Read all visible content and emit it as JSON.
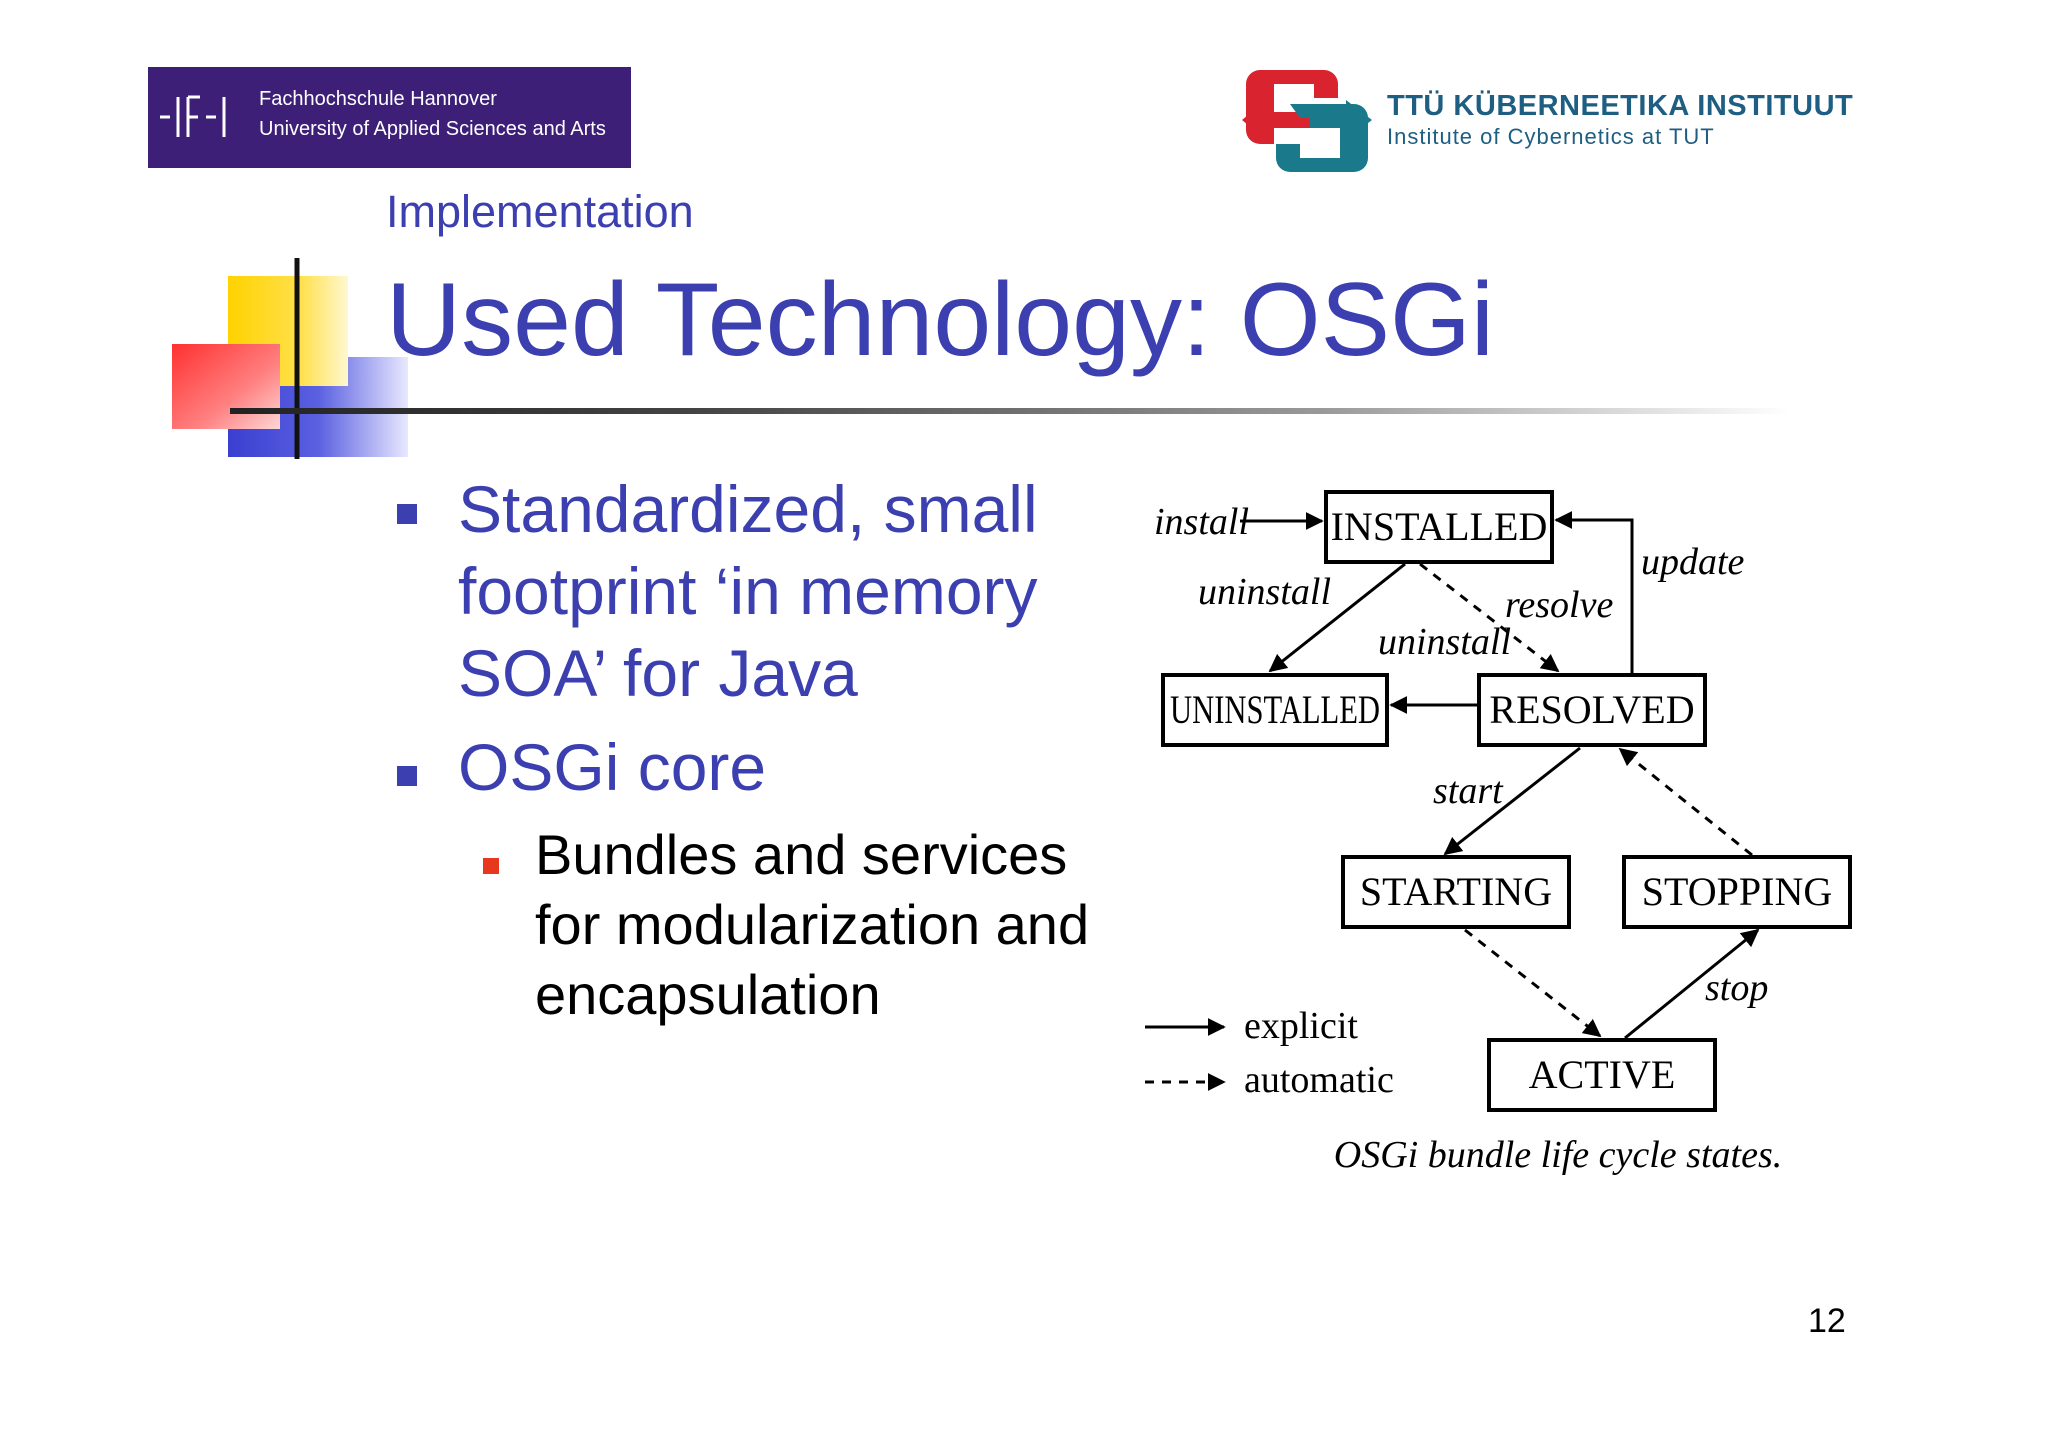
{
  "header": {
    "fh_logo": {
      "line1": "Fachhochschule Hannover",
      "line2": "University of Applied Sciences and Arts",
      "bg_color": "#3d1f78"
    },
    "ttu_logo": {
      "line1": "TTÜ KÜBERNEETIKA INSTITUUT",
      "line2": "Institute of Cybernetics at TUT",
      "text_color": "#1d5e82",
      "emblem_colors": [
        "#d9232e",
        "#1a7a8c"
      ]
    }
  },
  "slide": {
    "section": "Implementation",
    "title": "Used Technology: OSGi",
    "accent_color": "#3b3faf",
    "bullets": [
      {
        "text": "Standardized, small footprint ‘in memory SOA’ for Java"
      },
      {
        "text": "OSGi core"
      }
    ],
    "sub_bullets": [
      {
        "text": "Bundles and services for modularization and encapsulation"
      }
    ],
    "page_number": "12"
  },
  "diagram": {
    "states": {
      "installed": "INSTALLED",
      "uninstalled": "UNINSTALLED",
      "resolved": "RESOLVED",
      "starting": "STARTING",
      "stopping": "STOPPING",
      "active": "ACTIVE"
    },
    "transitions": {
      "install": "install",
      "uninstall_installed": "uninstall",
      "resolve": "resolve",
      "uninstall_resolved": "uninstall",
      "update": "update",
      "start": "start",
      "stop": "stop"
    },
    "legend": {
      "explicit": "explicit",
      "automatic": "automatic"
    },
    "caption": "OSGi bundle life cycle states."
  }
}
